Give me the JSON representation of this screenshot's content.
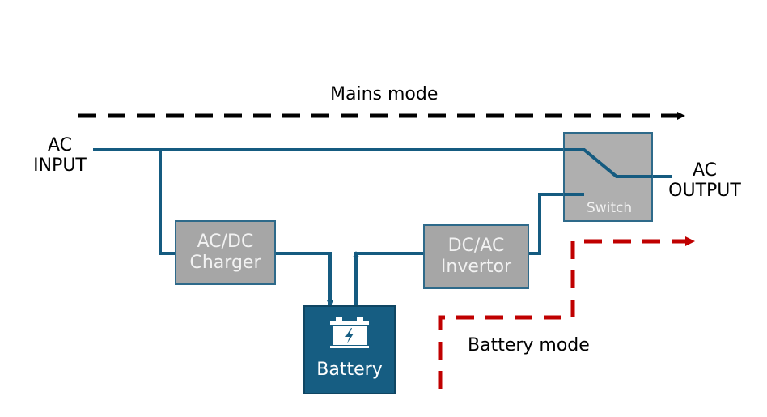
{
  "diagram": {
    "title": "Mains mode",
    "ac_input_label": [
      "AC",
      "INPUT"
    ],
    "ac_output_label": [
      "AC",
      "OUTPUT"
    ],
    "battery_mode_label": "Battery mode",
    "blocks": {
      "charger": [
        "AC/DC",
        "Charger"
      ],
      "invertor": [
        "DC/AC",
        "Invertor"
      ],
      "battery": "Battery",
      "switch": "Switch"
    },
    "colors": {
      "wire": "#155b80",
      "block_fill": "#a6a6a6",
      "block_border": "#2e6a8a",
      "battery_fill": "#165d82",
      "mains_path": "#000000",
      "battery_path": "#c00000"
    },
    "icons": {
      "battery": "battery-charge-icon"
    }
  }
}
